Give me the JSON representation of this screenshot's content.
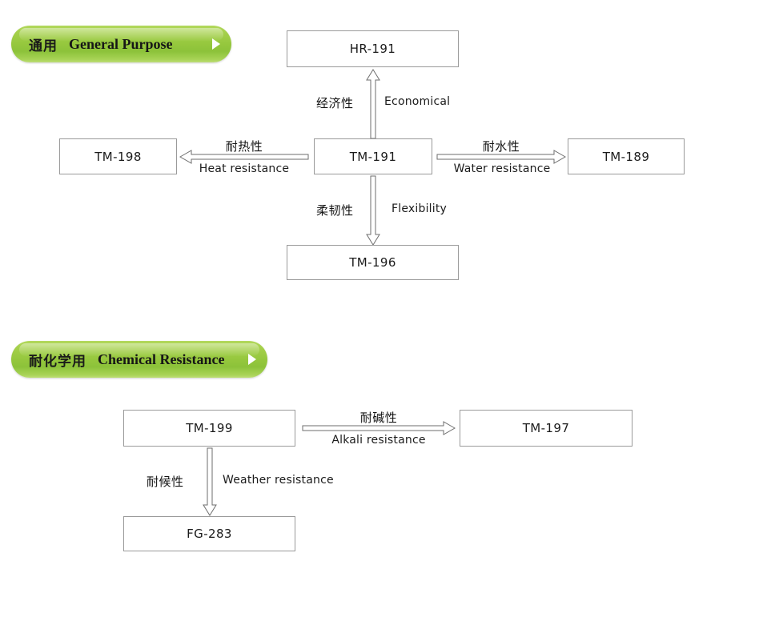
{
  "page": {
    "background": "#ffffff",
    "accent_green": "#95c73d",
    "box_border": "#9a9a9a",
    "arrow_stroke": "#6e6e6e"
  },
  "sections": [
    {
      "id": "general-purpose",
      "banner": {
        "cn": "通用",
        "en": "General Purpose",
        "arrow_icon": "triangle-right-icon"
      },
      "nodes": [
        {
          "id": "hr-191",
          "label": "HR-191"
        },
        {
          "id": "tm-198",
          "label": "TM-198"
        },
        {
          "id": "tm-191",
          "label": "TM-191"
        },
        {
          "id": "tm-189",
          "label": "TM-189"
        },
        {
          "id": "tm-196",
          "label": "TM-196"
        }
      ],
      "edges": [
        {
          "id": "economical",
          "from": "tm-191",
          "to": "hr-191",
          "direction": "up",
          "cn": "经济性",
          "en": "Economical"
        },
        {
          "id": "heat-resistance",
          "from": "tm-191",
          "to": "tm-198",
          "direction": "left",
          "cn": "耐热性",
          "en": "Heat resistance"
        },
        {
          "id": "water-resistance",
          "from": "tm-191",
          "to": "tm-189",
          "direction": "right",
          "cn": "耐水性",
          "en": "Water resistance"
        },
        {
          "id": "flexibility",
          "from": "tm-191",
          "to": "tm-196",
          "direction": "down",
          "cn": "柔韧性",
          "en": "Flexibility"
        }
      ]
    },
    {
      "id": "chemical-resistance",
      "banner": {
        "cn": "耐化学用",
        "en": "Chemical Resistance",
        "arrow_icon": "triangle-right-icon"
      },
      "nodes": [
        {
          "id": "tm-199",
          "label": "TM-199"
        },
        {
          "id": "tm-197",
          "label": "TM-197"
        },
        {
          "id": "fg-283",
          "label": "FG-283"
        }
      ],
      "edges": [
        {
          "id": "alkali-resistance",
          "from": "tm-199",
          "to": "tm-197",
          "direction": "right",
          "cn": "耐碱性",
          "en": "Alkali resistance"
        },
        {
          "id": "weather-resistance",
          "from": "tm-199",
          "to": "fg-283",
          "direction": "down",
          "cn": "耐候性",
          "en": "Weather resistance"
        }
      ]
    }
  ]
}
